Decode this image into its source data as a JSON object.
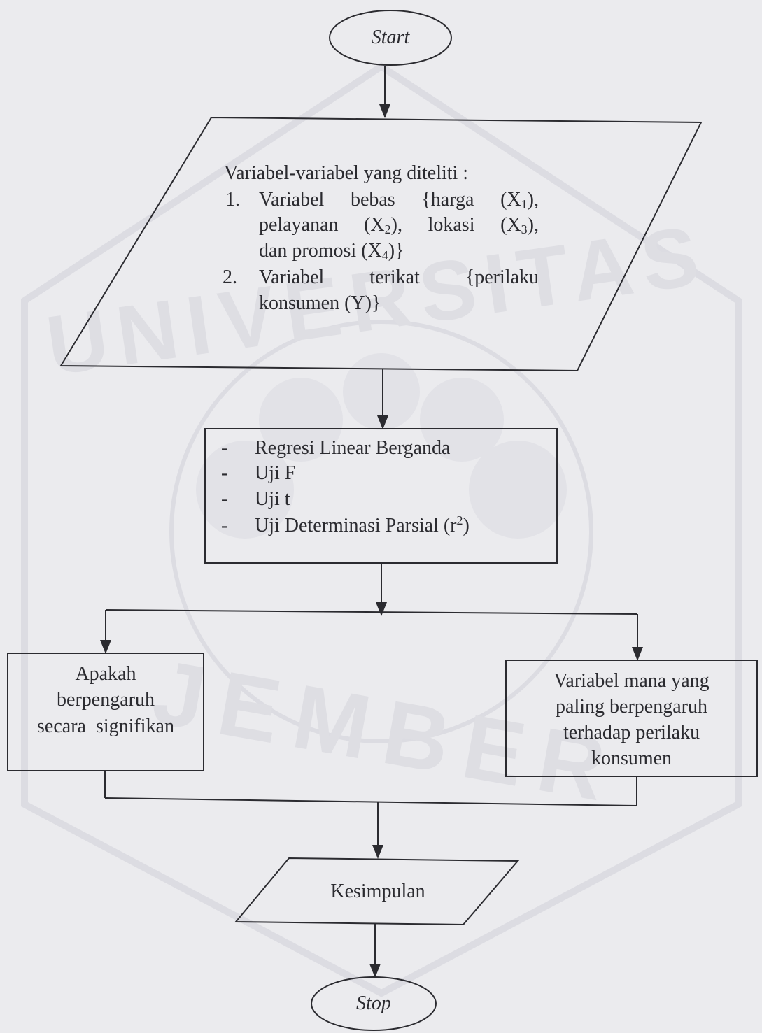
{
  "watermark": {
    "top_text": "UNIVERSITAS",
    "bottom_text": "JEMBER"
  },
  "colors": {
    "background": "#ebebee",
    "stroke": "#2b2b30",
    "watermark": "#dcdce2"
  },
  "start": {
    "label": "Start"
  },
  "input": {
    "heading": "Variabel-variabel yang diteliti :",
    "items": [
      {
        "number": "1.",
        "line1": "Variabel bebas {harga (X",
        "sub1": "1",
        "line1_end": "),",
        "line2": "pelayanan (X",
        "sub2": "2",
        "line2_mid": "), lokasi (X",
        "sub3": "3",
        "line2_end": "),",
        "line3": "dan promosi (X",
        "sub4": "4",
        "line3_end": ")}"
      },
      {
        "number": "2.",
        "line1": "Variabel terikat {perilaku",
        "line2": "konsumen (Y)}"
      }
    ]
  },
  "analysis": {
    "dash": "-",
    "items": [
      "Regresi Linear Berganda",
      "Uji F",
      "Uji t",
      "Uji Determinasi Parsial (r"
    ],
    "sup": "2",
    "last_suffix": ")"
  },
  "left_box": {
    "lines": [
      "Apakah",
      "berpengaruh",
      "secara  signifikan"
    ]
  },
  "right_box": {
    "lines": [
      "Variabel mana yang",
      "paling berpengaruh",
      "terhadap perilaku",
      "konsumen"
    ]
  },
  "output": {
    "label": "Kesimpulan"
  },
  "stop": {
    "label": "Stop"
  }
}
